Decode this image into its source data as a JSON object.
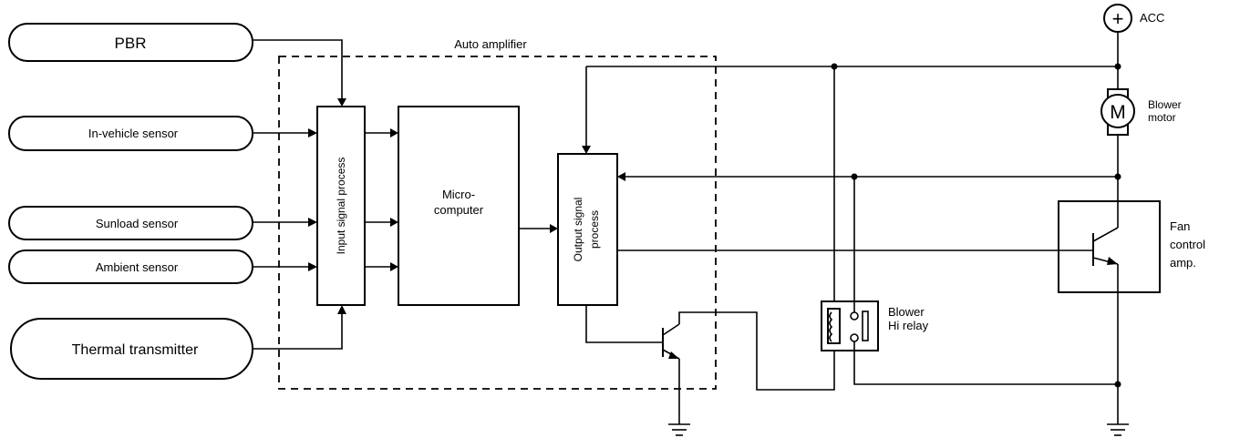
{
  "inputs": {
    "pbr": "PBR",
    "in_vehicle": "In-vehicle sensor",
    "sunload": "Sunload sensor",
    "ambient": "Ambient sensor",
    "thermal": "Thermal transmitter"
  },
  "amplifier": {
    "title": "Auto amplifier",
    "input_block": "Input signal process",
    "micro_line1": "Micro-",
    "micro_line2": "computer",
    "output_line1": "Output signal",
    "output_line2": "process"
  },
  "power": {
    "symbol": "+",
    "label": "ACC"
  },
  "motor": {
    "symbol": "M",
    "line1": "Blower",
    "line2": "motor"
  },
  "fan_amp": {
    "line1": "Fan",
    "line2": "control",
    "line3": "amp."
  },
  "relay": {
    "line1": "Blower",
    "line2": "Hi relay"
  }
}
